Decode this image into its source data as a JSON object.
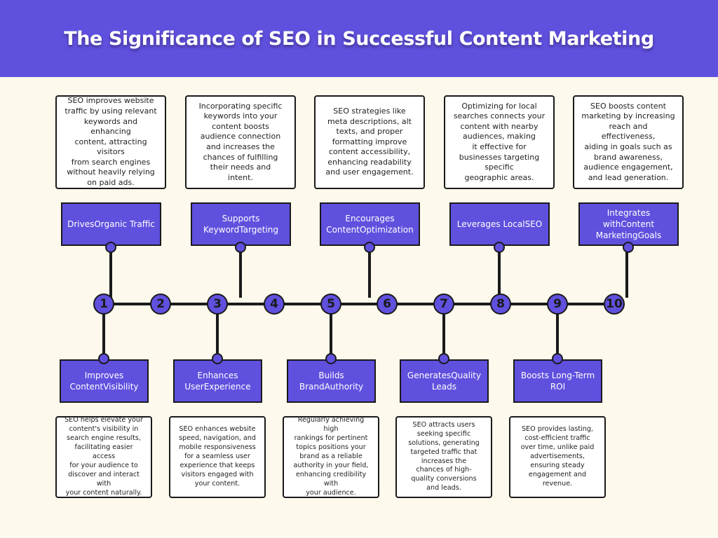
{
  "title": "The Significance of SEO in Successful Content Marketing",
  "numbers": [
    "1",
    "2",
    "3",
    "4",
    "5",
    "6",
    "7",
    "8",
    "9",
    "10"
  ],
  "top_items": [
    {
      "label": [
        "Drives",
        "Organic Traffic"
      ],
      "text": [
        "SEO improves website",
        "traffic by using relevant",
        "keywords and enhancing",
        "content, attracting visitors",
        "from search engines",
        "without heavily relying",
        "on paid ads."
      ]
    },
    {
      "label": [
        "Supports Keyword",
        "Targeting"
      ],
      "text": [
        "Incorporating specific",
        "keywords into your",
        "content boosts",
        "audience connection",
        "and increases the",
        "chances of fulfilling",
        "their needs and",
        "intent."
      ]
    },
    {
      "label": [
        "Encourages Content",
        "Optimization"
      ],
      "text": [
        "SEO strategies like",
        "meta descriptions, alt",
        "texts, and proper",
        "formatting improve",
        "content accessibility,",
        "enhancing readability",
        "and user engagement."
      ]
    },
    {
      "label": [
        "Leverages Local",
        "SEO"
      ],
      "text": [
        "Optimizing for local",
        "searches connects your",
        "content with nearby",
        "audiences, making",
        "it effective for",
        "businesses targeting",
        "specific",
        "geographic areas."
      ]
    },
    {
      "label": [
        "Integrates with",
        "Content Marketing",
        "Goals"
      ],
      "text": [
        "SEO boosts content",
        "marketing by increasing",
        "reach and effectiveness,",
        "aiding in goals such as",
        "brand awareness,",
        "audience engagement,",
        "and lead generation."
      ]
    }
  ],
  "bottom_items": [
    {
      "label": [
        "Improves Content",
        "Visibility"
      ],
      "text": [
        "SEO helps elevate your",
        "content's visibility in",
        "search engine results,",
        "facilitating easier access",
        "for your audience to",
        "discover and interact with",
        "your content naturally."
      ]
    },
    {
      "label": [
        "Enhances User",
        "Experience"
      ],
      "text": [
        "SEO enhances website",
        "speed, navigation, and",
        "mobile responsiveness",
        "for a seamless user",
        "experience that keeps",
        "visitors engaged with",
        "your content."
      ]
    },
    {
      "label": [
        "Builds Brand",
        "Authority"
      ],
      "text": [
        "Regularly achieving high",
        "rankings for pertinent",
        "topics positions your",
        "brand as a reliable",
        "authority in your field,",
        "enhancing credibility with",
        "your audience."
      ]
    },
    {
      "label": [
        "Generates",
        "Quality Leads"
      ],
      "text": [
        "SEO attracts users",
        "seeking specific",
        "solutions, generating",
        "targeted traffic that",
        "increases the",
        "chances of high-",
        "quality conversions",
        "and leads."
      ]
    },
    {
      "label": [
        "Boosts Long-",
        "Term ROI"
      ],
      "text": [
        "SEO provides lasting,",
        "cost-efficient traffic",
        "over time, unlike paid",
        "advertisements,",
        "ensuring steady",
        "engagement and",
        "revenue."
      ]
    }
  ]
}
